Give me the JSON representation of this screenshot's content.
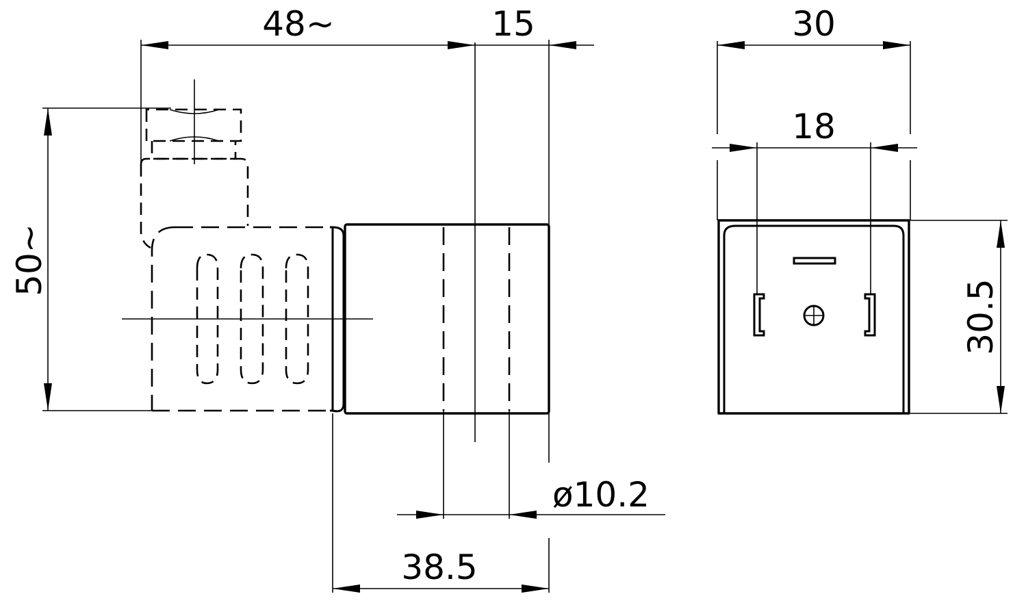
{
  "dimensions": {
    "top_overall": "48~",
    "top_right": "15",
    "left_height": "50~",
    "bottom_length": "38.5",
    "diameter": "ø10.2",
    "end_width": "30",
    "pin_spacing": "18",
    "end_height": "30.5"
  }
}
